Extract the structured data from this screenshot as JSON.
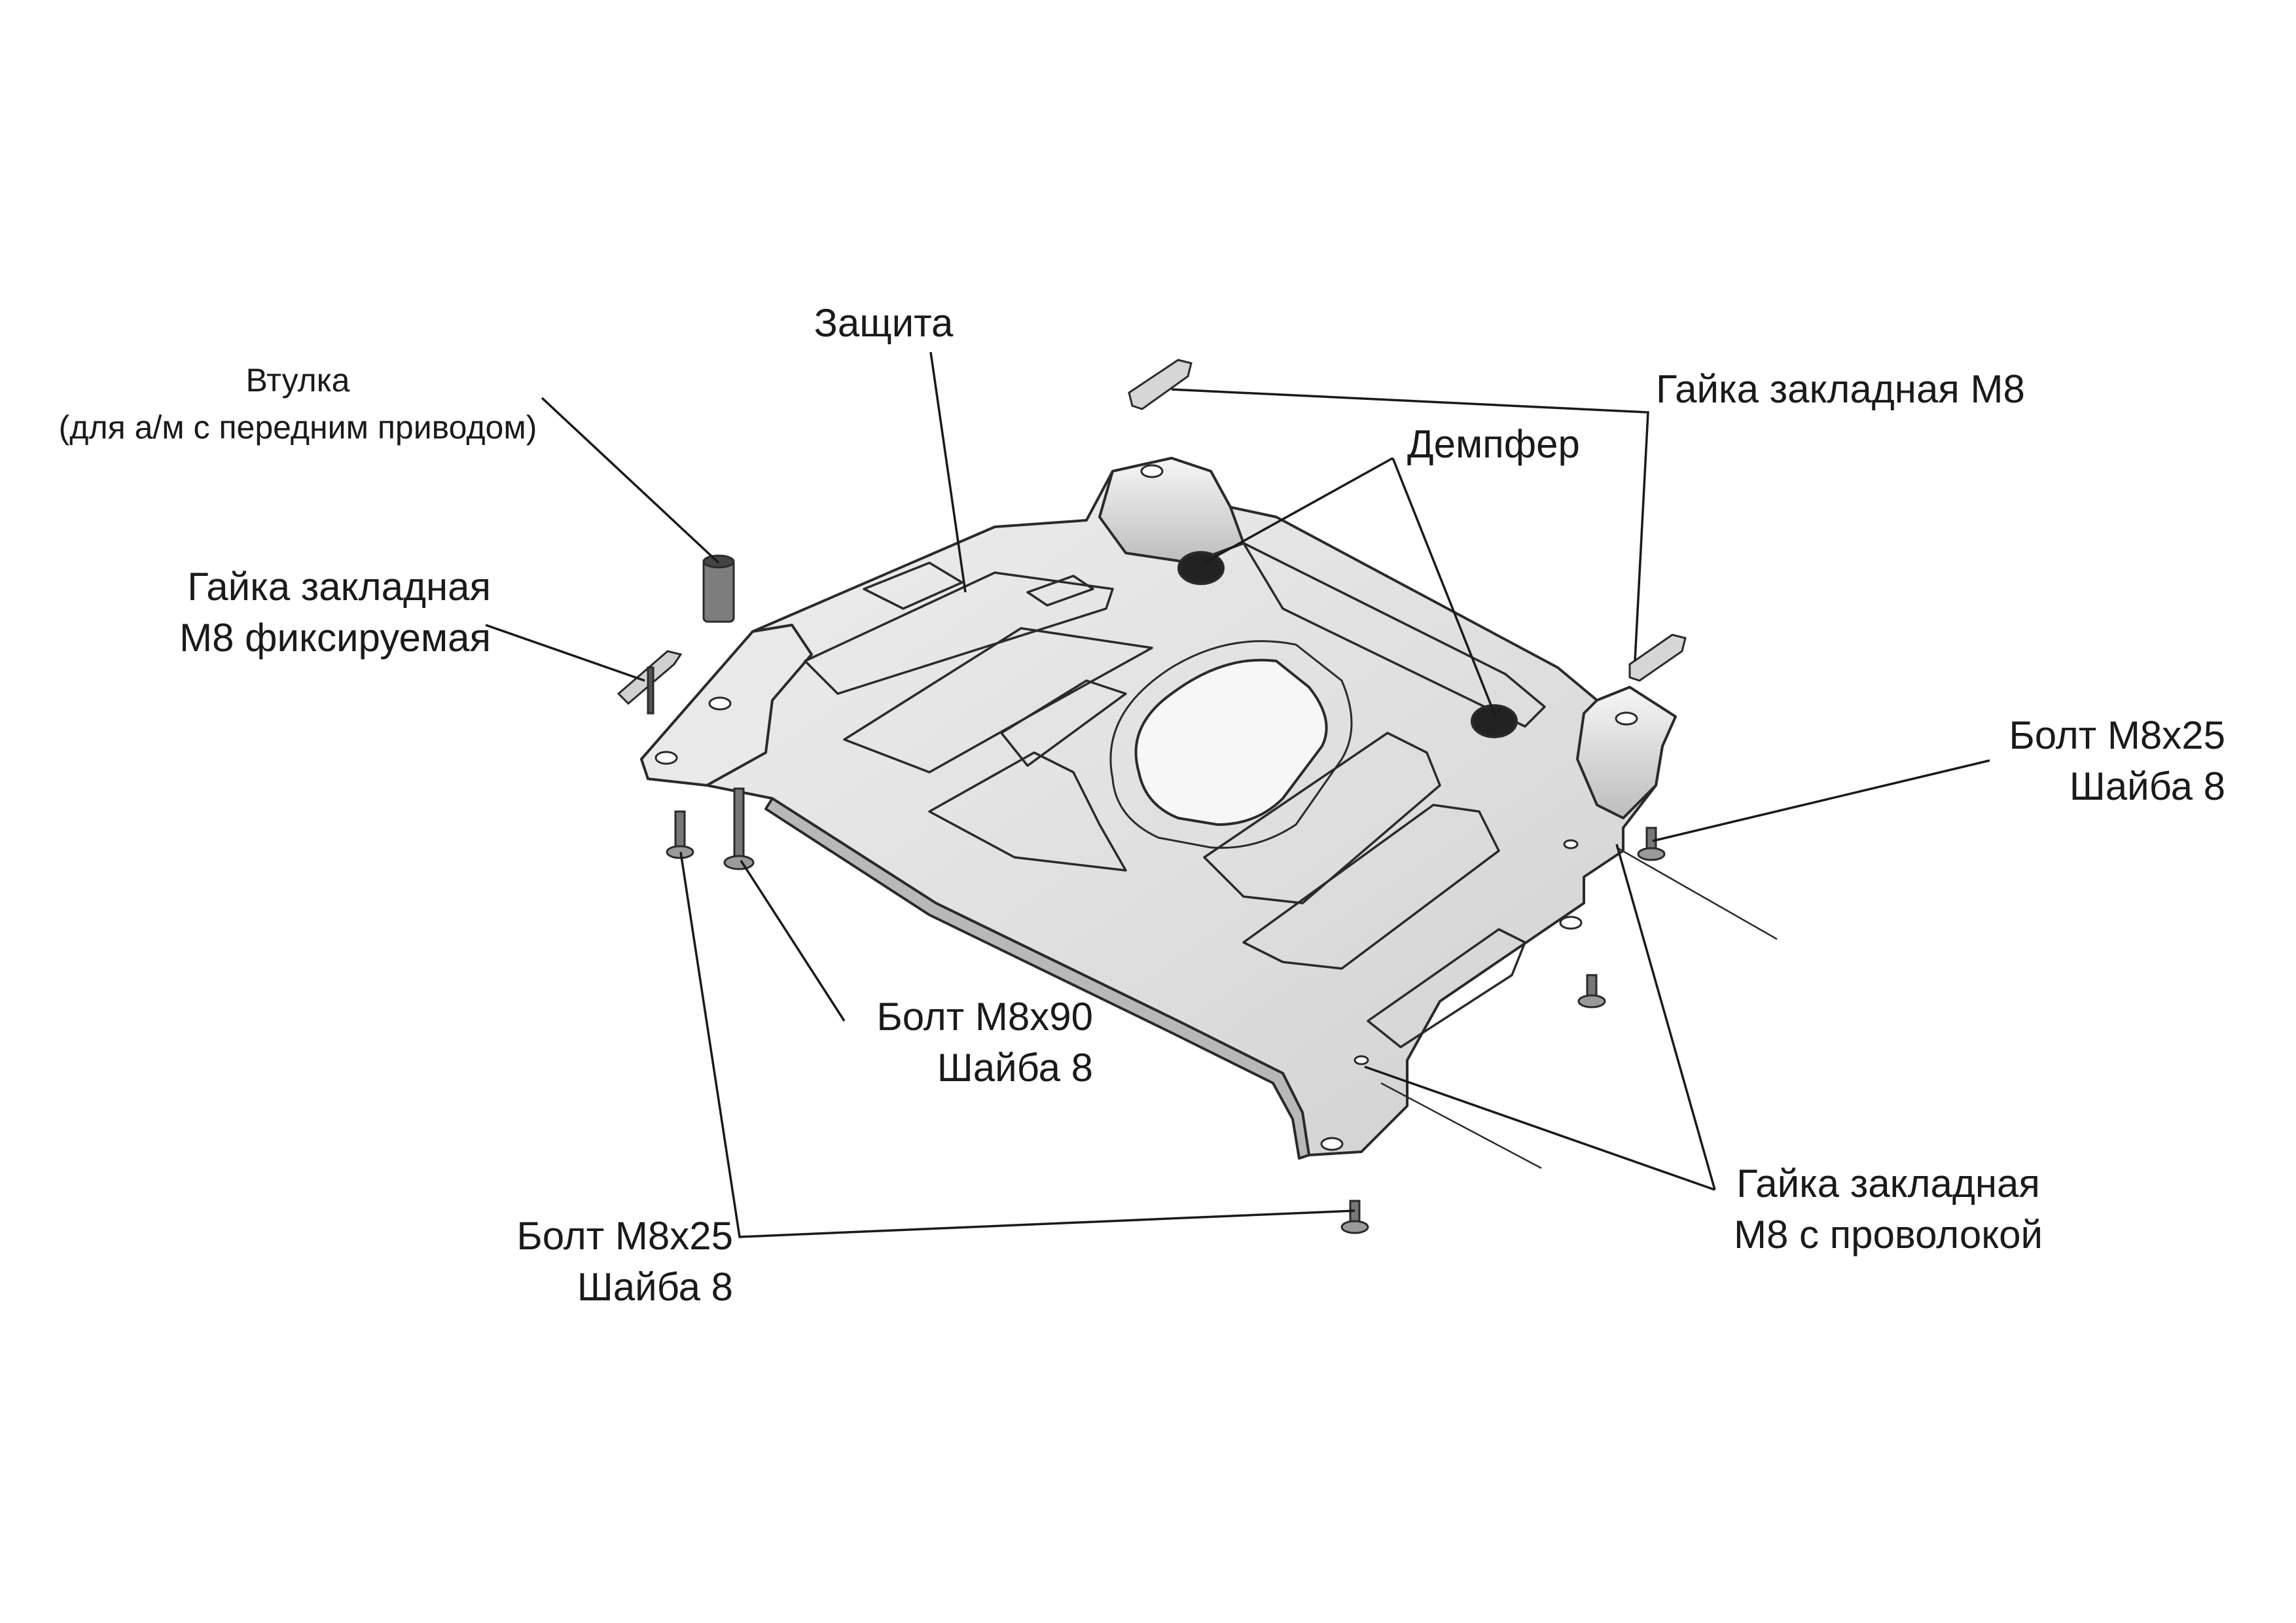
{
  "labels": {
    "shield": "Защита",
    "bushing": [
      "Втулка",
      "(для а/м с передним приводом)"
    ],
    "nut_fixed": [
      "Гайка закладная",
      "М8 фиксируемая"
    ],
    "nut_top": "Гайка закладная М8",
    "damper": "Демпфер",
    "bolt_right": [
      "Болт М8х25",
      "Шайба 8"
    ],
    "bolt_m8x90": [
      "Болт М8х90",
      "Шайба 8"
    ],
    "bolt_bottom_left": [
      "Болт М8х25",
      "Шайба 8"
    ],
    "nut_wire": [
      "Гайка закладная",
      "М8 с проволокой"
    ]
  },
  "colors": {
    "line": "#1a1a1a",
    "plate_fill": "#e4e4e4",
    "plate_shade": "#c9c9c9",
    "plate_dark": "#8f8f8f",
    "damper": "#222222"
  }
}
